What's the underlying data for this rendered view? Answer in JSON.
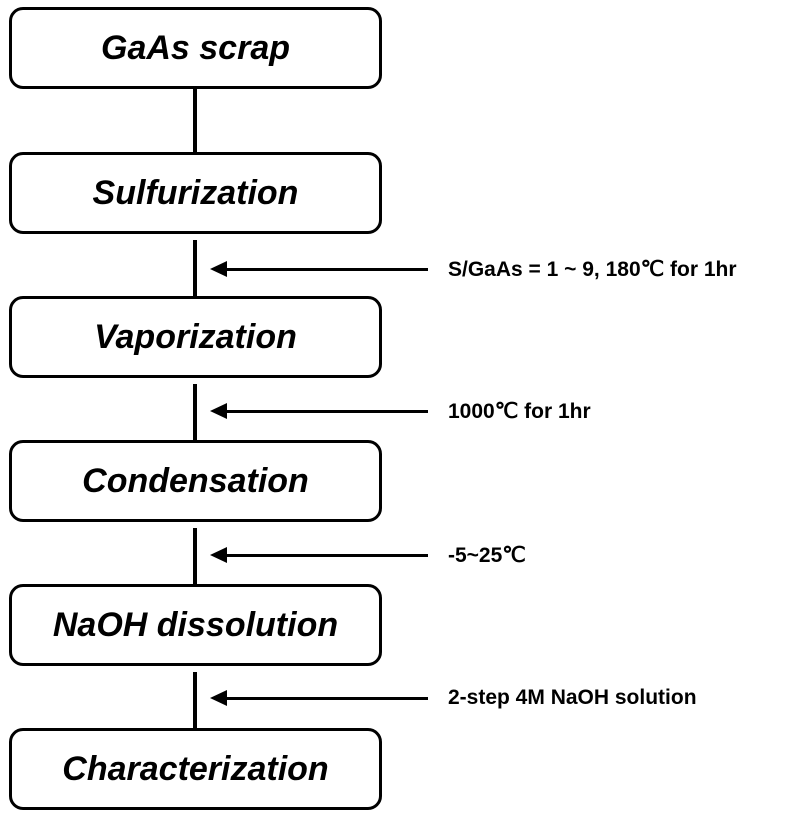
{
  "steps": [
    {
      "label": "GaAs scrap"
    },
    {
      "label": "Sulfurization"
    },
    {
      "label": "Vaporization"
    },
    {
      "label": "Condensation"
    },
    {
      "label": "NaOH dissolution"
    },
    {
      "label": "Characterization"
    }
  ],
  "conditions": [
    {
      "label": "S/GaAs = 1 ~ 9, 180℃ for 1hr"
    },
    {
      "label": "1000℃ for 1hr"
    },
    {
      "label": "-5~25℃"
    },
    {
      "label": "2-step 4M NaOH solution"
    }
  ]
}
